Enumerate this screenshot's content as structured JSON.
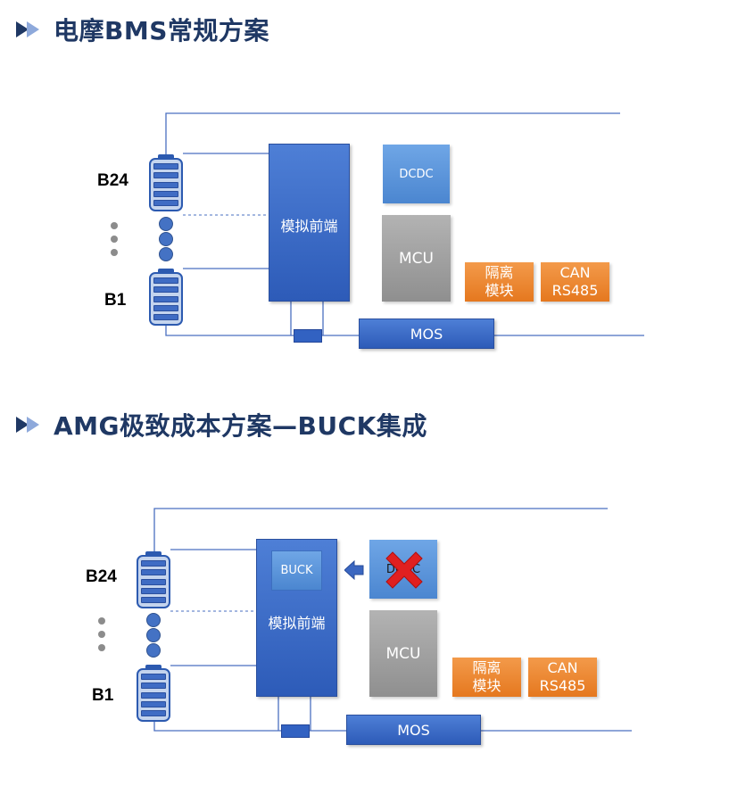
{
  "sections": [
    {
      "title": "电摩BMS常规方案",
      "battery_top": "B24",
      "battery_bottom": "B1",
      "afe": "模拟前端",
      "dcdc": "DCDC",
      "mcu": "MCU",
      "isolation": "隔离\n模块",
      "can": "CAN\nRS485",
      "mos": "MOS"
    },
    {
      "title": "AMG极致成本方案—BUCK集成",
      "battery_top": "B24",
      "battery_bottom": "B1",
      "afe": "模拟前端",
      "buck": "BUCK",
      "dcdc": "DCDC",
      "dcdc_status": "removed",
      "mcu": "MCU",
      "isolation": "隔离\n模块",
      "can": "CAN\nRS485",
      "mos": "MOS"
    }
  ],
  "colors": {
    "title": "#1f3864",
    "wire": "#4a6fc0",
    "afe": "#2d5bb8",
    "dcdc": "#5b95dc",
    "mcu": "#a0a0a0",
    "module": "#ee8a35",
    "cross": "#e02020"
  },
  "icons": {
    "title_bullet": "double-triangle-icon",
    "battery": "battery-cell-icon",
    "removed": "red-cross-icon",
    "direction": "block-arrow-left-icon"
  }
}
